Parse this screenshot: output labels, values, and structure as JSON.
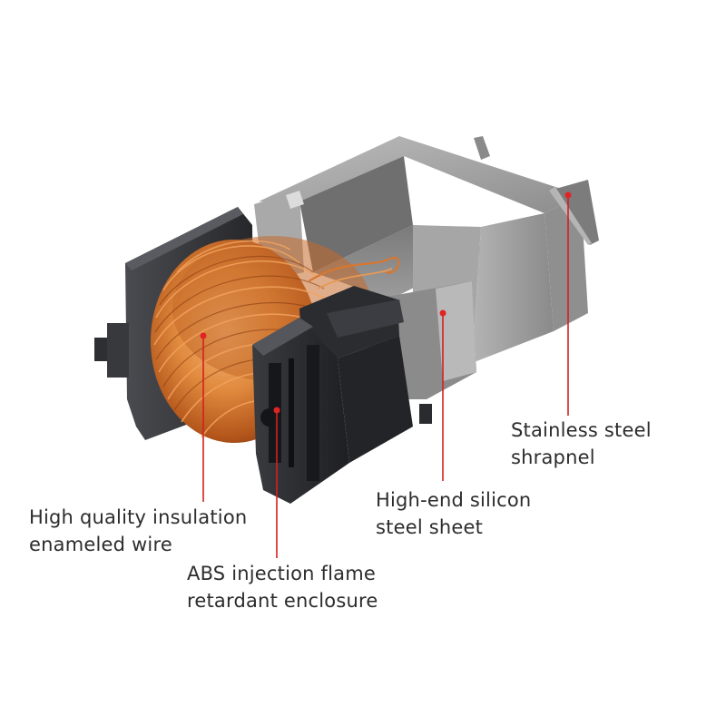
{
  "callouts": {
    "enameled_wire": {
      "line1": "High quality insulation",
      "line2": "enameled wire"
    },
    "abs_enclosure": {
      "line1": "ABS injection flame",
      "line2": "retardant enclosure"
    },
    "silicon_steel": {
      "line1": "High-end silicon",
      "line2": "steel sheet"
    },
    "stainless_shrapnel": {
      "line1": "Stainless steel",
      "line2": "shrapnel"
    }
  },
  "colors": {
    "leader_line": "#d42020",
    "leader_dot": "#e02424",
    "label_text": "#2c2c2c",
    "copper": "#d9772f",
    "steel": "#9a9a9a",
    "plastic": "#2a2b2e"
  }
}
